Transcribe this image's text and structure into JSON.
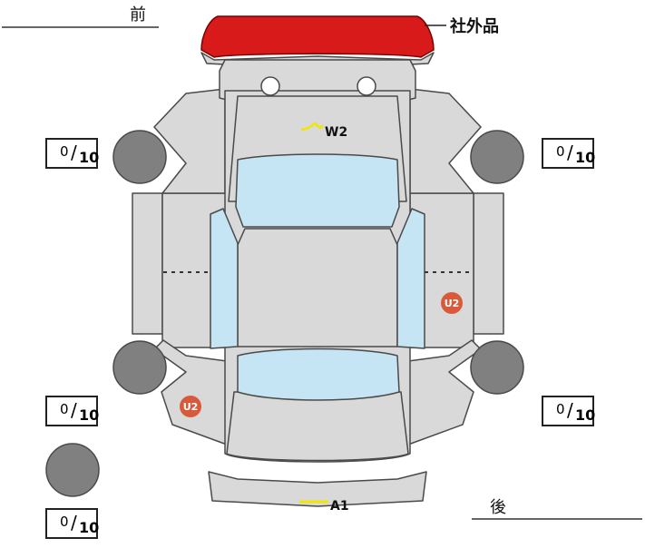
{
  "labels": {
    "front": "前",
    "rear": "後",
    "aftermarket": "社外品"
  },
  "damage_codes": {
    "windshield": "W2",
    "rear_bumper": "A1",
    "right_door": "U2",
    "left_rear_fender": "U2"
  },
  "tire_scores": [
    {
      "position": "front-left",
      "score": "0",
      "max": "10"
    },
    {
      "position": "front-right",
      "score": "0",
      "max": "10"
    },
    {
      "position": "rear-left",
      "score": "0",
      "max": "10"
    },
    {
      "position": "rear-right",
      "score": "0",
      "max": "10"
    },
    {
      "position": "spare",
      "score": "0",
      "max": "10"
    }
  ],
  "colors": {
    "body": "#d9d9d9",
    "glass": "#c5e4f4",
    "tire": "#808080",
    "aftermarket_part": "#d91a1a",
    "dent_marker": "#d95a3a",
    "scratch_marker": "#f2e600"
  }
}
